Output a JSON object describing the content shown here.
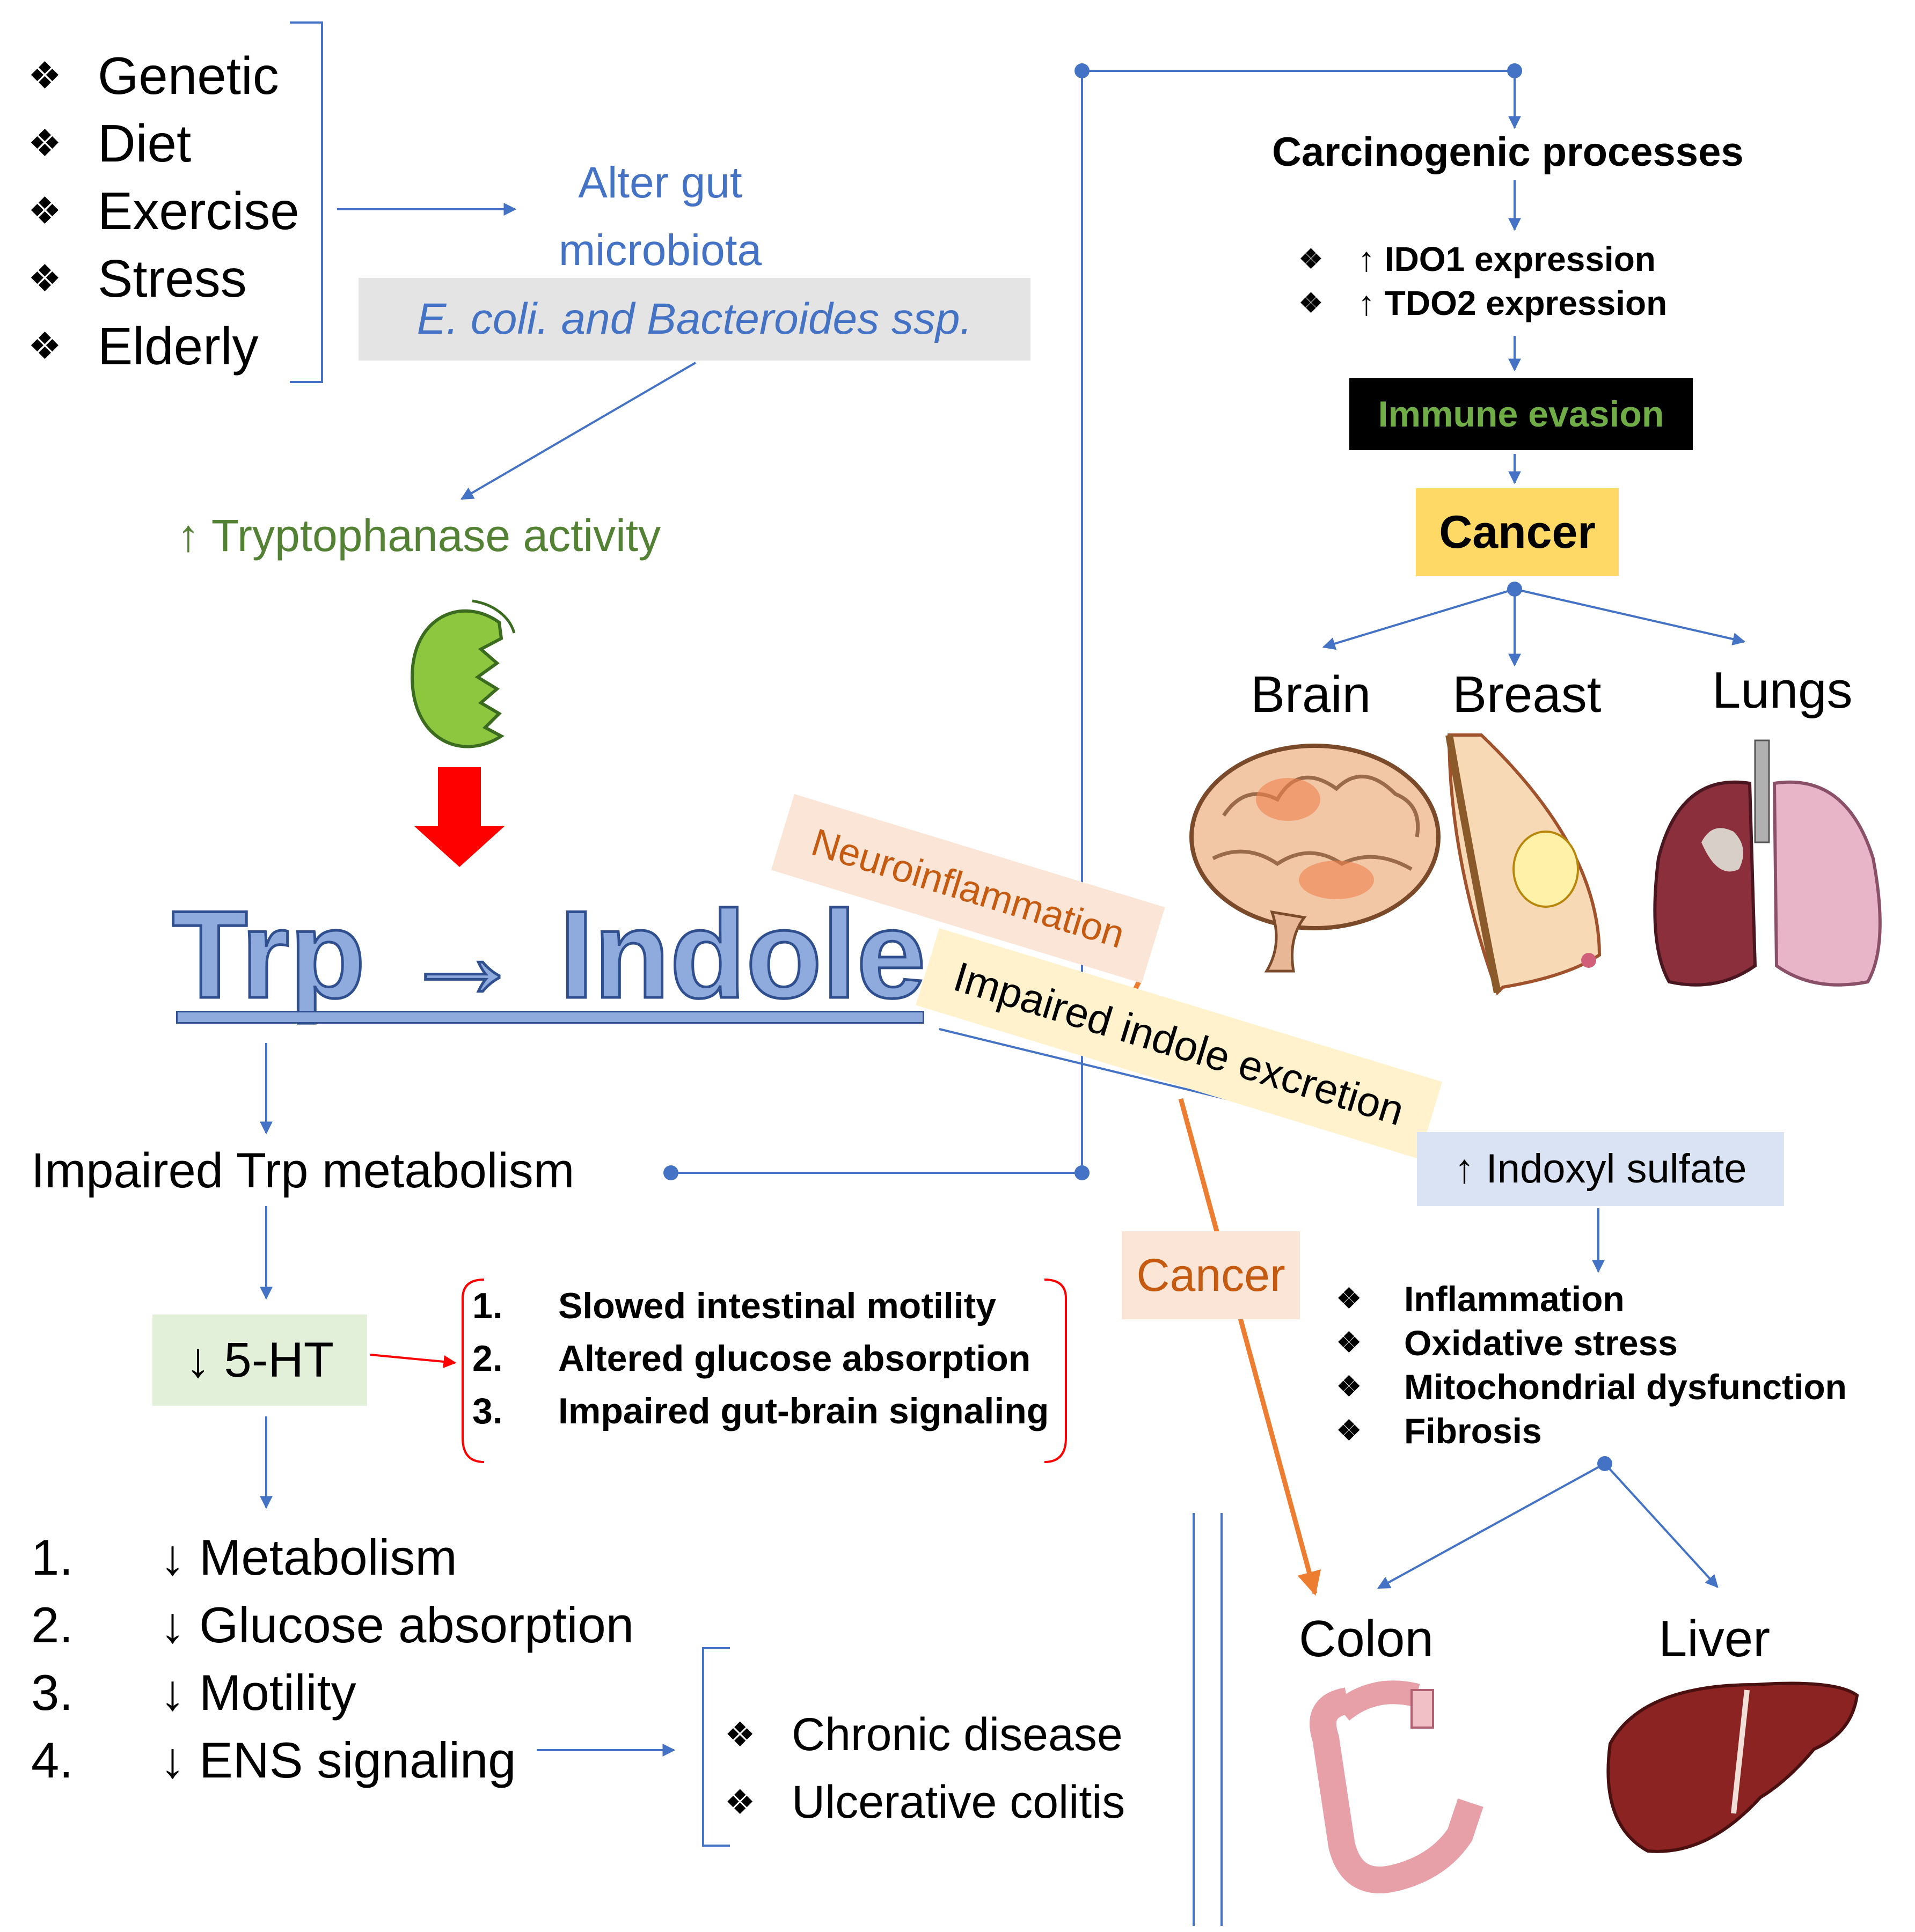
{
  "factors": {
    "items": [
      "Genetic",
      "Diet",
      "Exercise",
      "Stress",
      "Elderly"
    ],
    "bullet": "❖"
  },
  "alter_gut": {
    "line1": "Alter gut",
    "line2": "microbiota"
  },
  "bacteria": {
    "label": "E. coli. and Bacteroides ssp."
  },
  "tryptophanase": {
    "label": "↑ Tryptophanase activity"
  },
  "main": {
    "title": "Trp → Indole"
  },
  "impaired_trp": {
    "label": "Impaired Trp metabolism"
  },
  "serotonin": {
    "label": "↓ 5-HT"
  },
  "effects": {
    "items": [
      {
        "num": "1.",
        "text": "Slowed intestinal motility"
      },
      {
        "num": "2.",
        "text": "Altered glucose absorption"
      },
      {
        "num": "3.",
        "text": "Impaired gut-brain signaling"
      }
    ]
  },
  "outcomes": {
    "items": [
      {
        "num": "1.",
        "text": "↓ Metabolism"
      },
      {
        "num": "2.",
        "text": "↓ Glucose absorption"
      },
      {
        "num": "3.",
        "text": "↓ Motility"
      },
      {
        "num": "4.",
        "text": "↓ ENS signaling"
      }
    ]
  },
  "diseases": {
    "bullet": "❖",
    "items": [
      "Chronic disease",
      "Ulcerative colitis"
    ]
  },
  "carcinogenic": {
    "title": "Carcinogenic processes",
    "bullet": "❖",
    "items": [
      "↑ IDO1 expression",
      "↑ TDO2 expression"
    ]
  },
  "immune_evasion": {
    "label": "Immune evasion"
  },
  "cancer_top": {
    "label": "Cancer"
  },
  "organs_top": [
    "Brain",
    "Breast",
    "Lungs"
  ],
  "neuroinflammation": {
    "label": "Neuroinflammation"
  },
  "impaired_excretion": {
    "label": "Impaired indole excretion"
  },
  "indoxyl": {
    "label": "↑ Indoxyl sulfate"
  },
  "cancer_mid": {
    "label": "Cancer"
  },
  "consequences": {
    "bullet": "❖",
    "items": [
      "Inflammation",
      "Oxidative stress",
      "Mitochondrial dysfunction",
      "Fibrosis"
    ]
  },
  "organs_bottom": [
    "Colon",
    "Liver"
  ],
  "colors": {
    "blue_text": "#4472c4",
    "green_text": "#548235",
    "orange_text": "#c55a11",
    "arrow_blue": "#4472c4",
    "arrow_orange": "#ed7d31",
    "arrow_red": "#ff0000",
    "enzyme_green": "#8dc63f",
    "organ_red": "#8b2323"
  }
}
